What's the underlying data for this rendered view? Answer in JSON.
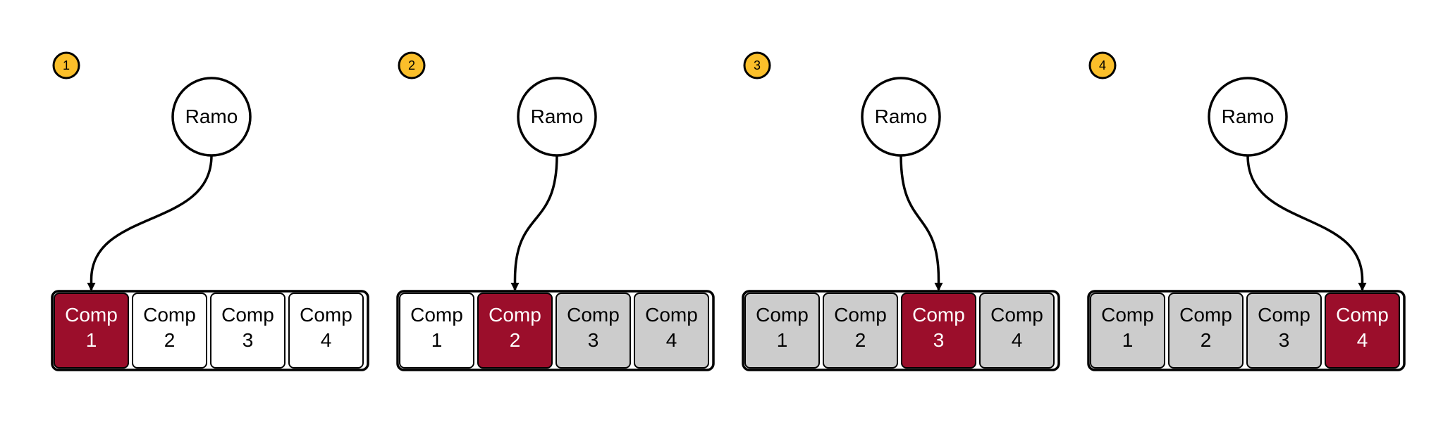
{
  "colors": {
    "selected": "#9b0e2b",
    "visited": "#cccccc",
    "empty": "#ffffff",
    "badge": "#fbbf2a",
    "stroke": "#000000"
  },
  "panels": [
    {
      "badge": "1",
      "node_label": "Ramo",
      "target_index": 0,
      "cells": [
        {
          "line1": "Comp",
          "line2": "1",
          "state": "selected"
        },
        {
          "line1": "Comp",
          "line2": "2",
          "state": "empty"
        },
        {
          "line1": "Comp",
          "line2": "3",
          "state": "empty"
        },
        {
          "line1": "Comp",
          "line2": "4",
          "state": "empty"
        }
      ]
    },
    {
      "badge": "2",
      "node_label": "Ramo",
      "target_index": 1,
      "cells": [
        {
          "line1": "Comp",
          "line2": "1",
          "state": "empty"
        },
        {
          "line1": "Comp",
          "line2": "2",
          "state": "selected"
        },
        {
          "line1": "Comp",
          "line2": "3",
          "state": "visited"
        },
        {
          "line1": "Comp",
          "line2": "4",
          "state": "visited"
        }
      ]
    },
    {
      "badge": "3",
      "node_label": "Ramo",
      "target_index": 2,
      "cells": [
        {
          "line1": "Comp",
          "line2": "1",
          "state": "visited"
        },
        {
          "line1": "Comp",
          "line2": "2",
          "state": "visited"
        },
        {
          "line1": "Comp",
          "line2": "3",
          "state": "selected"
        },
        {
          "line1": "Comp",
          "line2": "4",
          "state": "visited"
        }
      ]
    },
    {
      "badge": "4",
      "node_label": "Ramo",
      "target_index": 3,
      "cells": [
        {
          "line1": "Comp",
          "line2": "1",
          "state": "visited"
        },
        {
          "line1": "Comp",
          "line2": "2",
          "state": "visited"
        },
        {
          "line1": "Comp",
          "line2": "3",
          "state": "visited"
        },
        {
          "line1": "Comp",
          "line2": "4",
          "state": "selected"
        }
      ]
    }
  ]
}
